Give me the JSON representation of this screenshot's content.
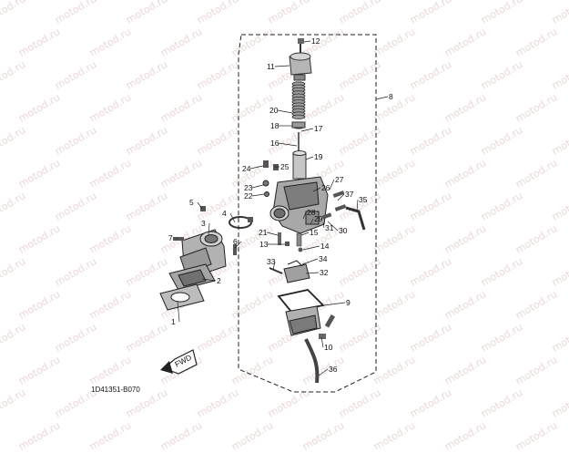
{
  "diagram": {
    "part_code": "1D41351-B070",
    "fwd_label": "FWD",
    "watermark_text": "motod.ru",
    "callouts": [
      "1",
      "2",
      "3",
      "4",
      "5",
      "6",
      "7",
      "8",
      "9",
      "10",
      "11",
      "12",
      "13",
      "14",
      "15",
      "16",
      "17",
      "18",
      "19",
      "20",
      "21",
      "22",
      "23",
      "24",
      "25",
      "26",
      "27",
      "28",
      "29",
      "30",
      "31",
      "32",
      "33",
      "34",
      "35",
      "36",
      "37"
    ],
    "colors": {
      "ink": "#111111",
      "watermark": "#ead8d8",
      "metal": "#9a9a9a",
      "dark": "#555555"
    }
  }
}
